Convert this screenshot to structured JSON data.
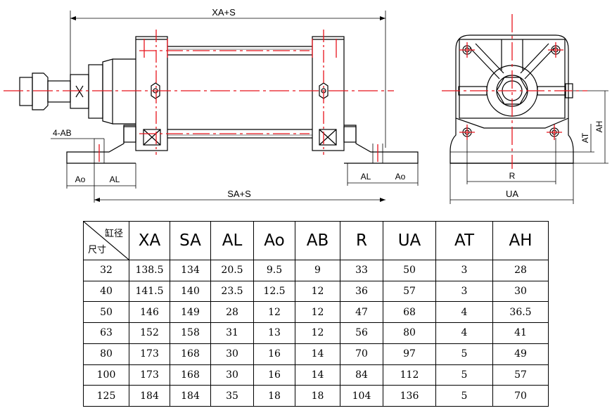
{
  "drawing": {
    "side_view": {
      "dim_labels": {
        "xa_s": "XA+S",
        "ab_holes": "4-AB",
        "ao_left": "Ao",
        "al_left": "AL",
        "sa_s": "SA+S",
        "al_right": "AL",
        "ao_right": "Ao"
      }
    },
    "end_view": {
      "dim_labels": {
        "r": "R",
        "ua": "UA",
        "at": "AT",
        "ah": "AH"
      }
    },
    "colors": {
      "line": "#000000",
      "centerline": "#e8141c"
    }
  },
  "table": {
    "corner": {
      "top_right": "缸径",
      "bottom_left": "尺寸"
    },
    "headers": [
      "XA",
      "SA",
      "AL",
      "Ao",
      "AB",
      "R",
      "UA",
      "AT",
      "AH"
    ],
    "rows": [
      [
        "32",
        "138.5",
        "134",
        "20.5",
        "9.5",
        "9",
        "33",
        "50",
        "3",
        "28"
      ],
      [
        "40",
        "141.5",
        "140",
        "23.5",
        "12.5",
        "12",
        "36",
        "57",
        "3",
        "30"
      ],
      [
        "50",
        "146",
        "149",
        "28",
        "12",
        "12",
        "47",
        "68",
        "4",
        "36.5"
      ],
      [
        "63",
        "152",
        "158",
        "31",
        "13",
        "12",
        "56",
        "80",
        "4",
        "41"
      ],
      [
        "80",
        "173",
        "168",
        "30",
        "16",
        "14",
        "70",
        "97",
        "5",
        "49"
      ],
      [
        "100",
        "173",
        "168",
        "30",
        "16",
        "14",
        "84",
        "112",
        "5",
        "57"
      ],
      [
        "125",
        "184",
        "184",
        "35",
        "18",
        "18",
        "104",
        "136",
        "5",
        "70"
      ]
    ]
  }
}
